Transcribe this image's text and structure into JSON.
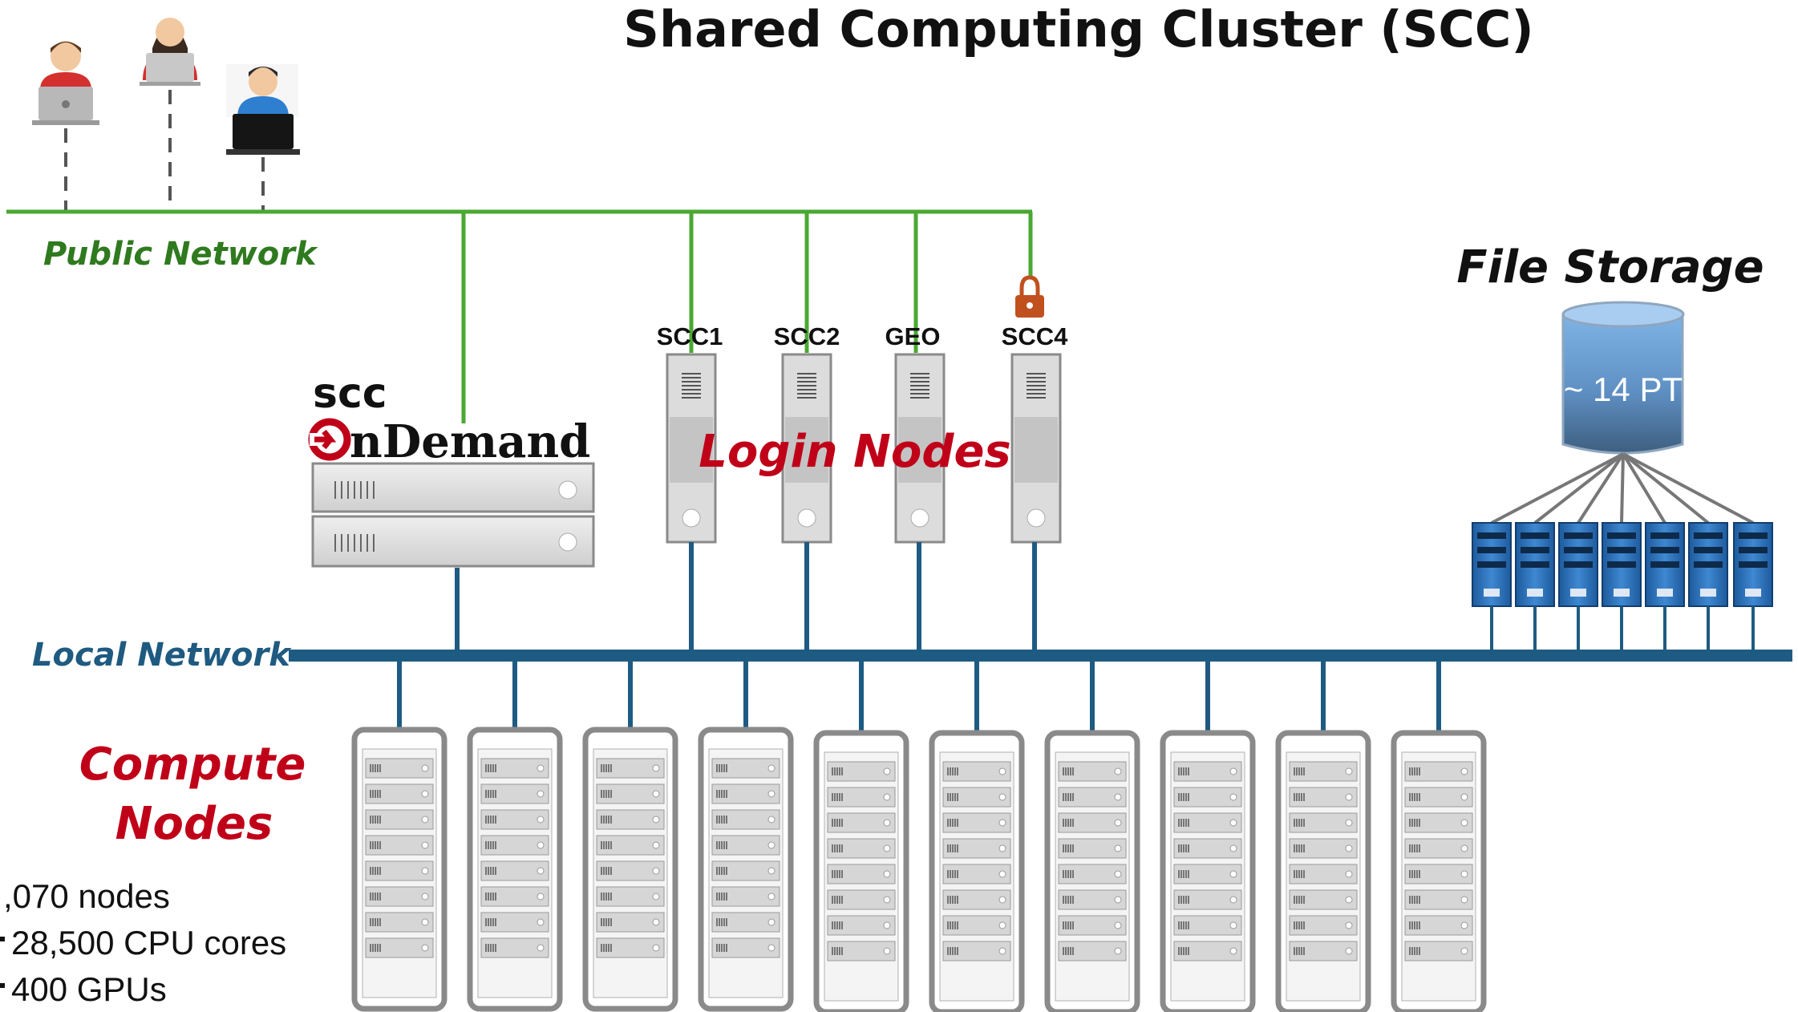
{
  "title": "Shared Computing Cluster (SCC)",
  "networks": {
    "public": "Public Network",
    "local": "Local Network"
  },
  "ondemand": {
    "brand_top": "scc",
    "brand_bottom": "nDemand"
  },
  "login": {
    "label": "Login Nodes",
    "nodes": [
      "SCC1",
      "SCC2",
      "GEO",
      "SCC4"
    ]
  },
  "storage": {
    "label": "File Storage",
    "capacity": "~ 14 PT"
  },
  "compute": {
    "label_line1": "Compute",
    "label_line2": "Nodes",
    "stats": [
      ",070 nodes",
      "28,500 CPU cores",
      "400 GPUs"
    ]
  },
  "colors": {
    "public_network": "#4aa832",
    "local_network": "#1e5b82",
    "login_label": "#c00018",
    "lock": "#c0501e",
    "storage_top": "#6fa8dc",
    "storage_bottom": "#3c5a78",
    "storage_server": "#2a6fb8"
  },
  "icons": [
    "user-icon",
    "laptop-icon",
    "lock-icon",
    "server-icon",
    "database-icon",
    "rack-icon"
  ]
}
